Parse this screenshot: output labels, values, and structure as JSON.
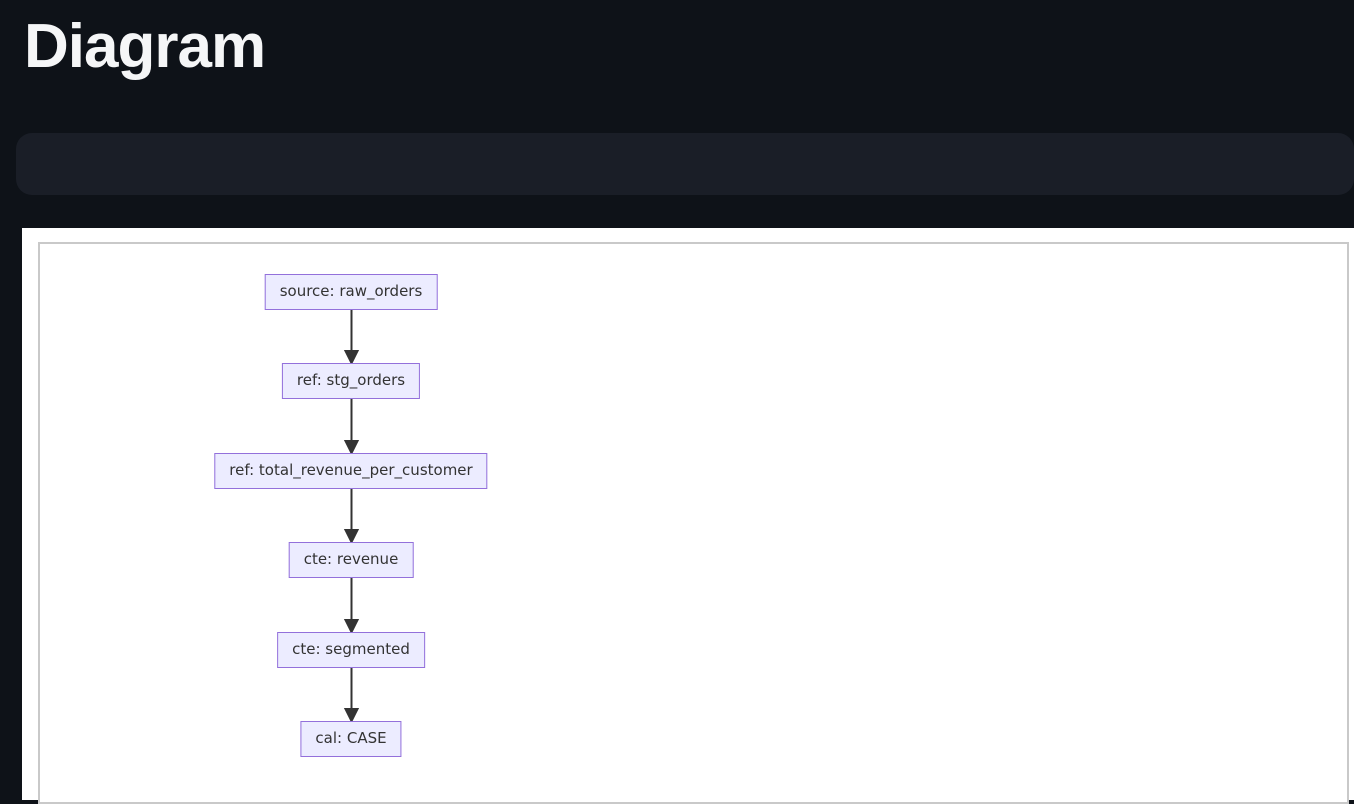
{
  "header": {
    "title": "Diagram"
  },
  "toolbar": {
    "content": ""
  },
  "diagram": {
    "type": "flowchart",
    "direction": "top-down",
    "nodes": [
      {
        "id": "n1",
        "label": "source: raw_orders"
      },
      {
        "id": "n2",
        "label": "ref: stg_orders"
      },
      {
        "id": "n3",
        "label": "ref: total_revenue_per_customer"
      },
      {
        "id": "n4",
        "label": "cte: revenue"
      },
      {
        "id": "n5",
        "label": "cte: segmented"
      },
      {
        "id": "n6",
        "label": "cal: CASE"
      }
    ],
    "edges": [
      {
        "from": "source: raw_orders",
        "to": "ref: stg_orders"
      },
      {
        "from": "ref: stg_orders",
        "to": "ref: total_revenue_per_customer"
      },
      {
        "from": "ref: total_revenue_per_customer",
        "to": "cte: revenue"
      },
      {
        "from": "cte: revenue",
        "to": "cte: segmented"
      },
      {
        "from": "cte: segmented",
        "to": "cal: CASE"
      }
    ],
    "colors": {
      "node_fill": "#ECECFF",
      "node_border": "#9370DB",
      "node_text": "#333333",
      "edge": "#333333",
      "box_border": "#c9c9c9",
      "panel_background": "#ffffff",
      "page_background": "#0e1218",
      "toolbar_background": "#1a1e27"
    }
  }
}
